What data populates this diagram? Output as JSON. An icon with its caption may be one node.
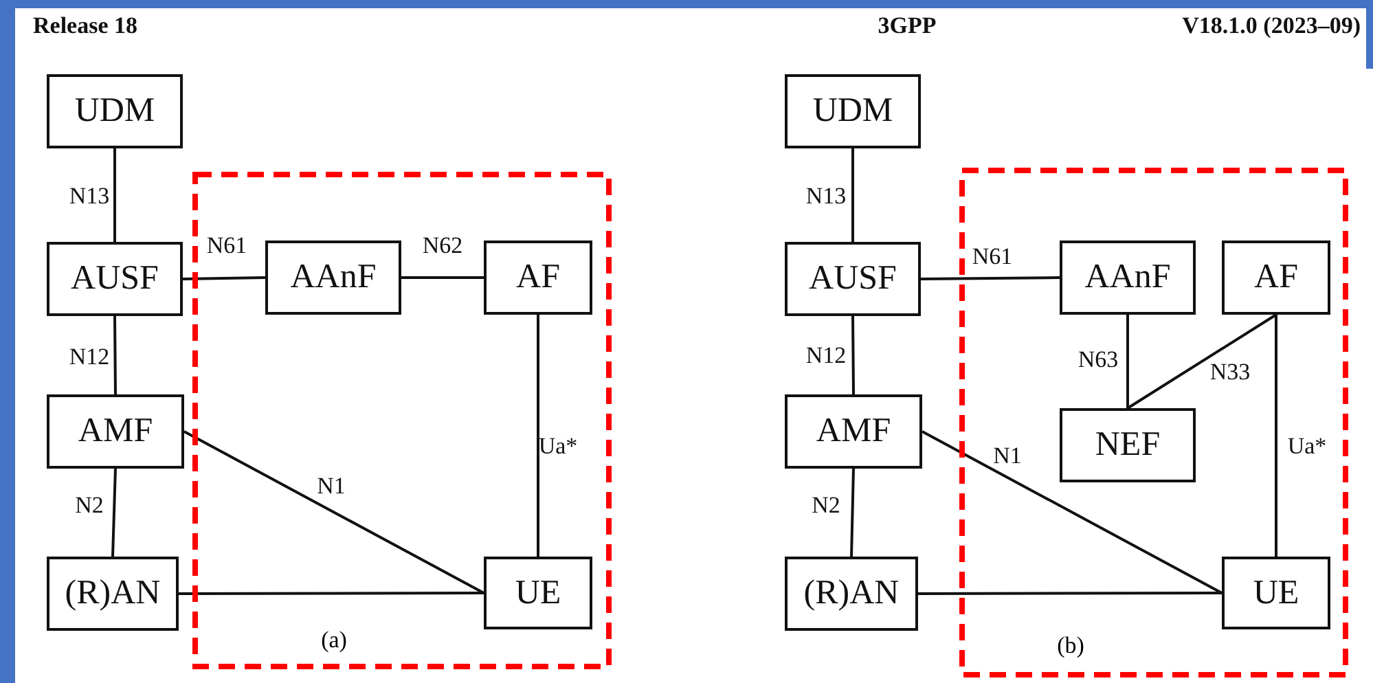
{
  "diagram": {
    "nodes": [
      {
        "text": [
          "UDM"
        ]
      },
      {
        "text": [
          "AUSF"
        ]
      },
      {
        "text": [
          "AMF"
        ]
      },
      {
        "text": [
          "(R)AN"
        ]
      },
      {
        "text": [
          "(a)"
        ]
      },
      {
        "text": [
          "AAnF"
        ],
        "in": 4
      },
      {
        "text": [
          "AF"
        ],
        "in": 4
      },
      {
        "text": [
          "UE"
        ],
        "in": 4
      },
      {
        "text": [
          "UDM"
        ]
      },
      {
        "text": [
          "AUSF"
        ]
      },
      {
        "text": [
          "AMF"
        ]
      },
      {
        "text": [
          "(R)AN"
        ]
      },
      {
        "text": [
          "(b)"
        ]
      },
      {
        "text": [
          "AAnF"
        ],
        "in": 12
      },
      {
        "text": [
          "AF"
        ],
        "in": 12
      },
      {
        "text": [
          "NEF"
        ],
        "in": 12
      },
      {
        "text": [
          "UE"
        ],
        "in": 12
      }
    ],
    "edges": [
      {
        "from": 0,
        "to": 1,
        "arrow": "none",
        "label": "N13"
      },
      {
        "from": 1,
        "to": 2,
        "arrow": "none",
        "label": "N12"
      },
      {
        "from": 2,
        "to": 3,
        "arrow": "none",
        "label": "N2"
      },
      {
        "from": 1,
        "to": 5,
        "arrow": "none",
        "label": "N61"
      },
      {
        "from": 5,
        "to": 6,
        "arrow": "none",
        "label": "N62"
      },
      {
        "from": 6,
        "to": 7,
        "arrow": "none",
        "label": "Ua*"
      },
      {
        "from": 2,
        "to": 7,
        "arrow": "none",
        "label": "N1"
      },
      {
        "from": 3,
        "to": 7,
        "arrow": "none"
      },
      {
        "from": 8,
        "to": 9,
        "arrow": "none",
        "label": "N13"
      },
      {
        "from": 9,
        "to": 10,
        "arrow": "none",
        "label": "N12"
      },
      {
        "from": 10,
        "to": 11,
        "arrow": "none",
        "label": "N2"
      },
      {
        "from": 9,
        "to": 13,
        "arrow": "none",
        "label": "N61"
      },
      {
        "from": 13,
        "to": 15,
        "arrow": "none",
        "label": "N63"
      },
      {
        "from": 15,
        "to": 14,
        "arrow": "none",
        "label": "N33"
      },
      {
        "from": 14,
        "to": 16,
        "arrow": "none",
        "label": "Ua*"
      },
      {
        "from": 10,
        "to": 16,
        "arrow": "none",
        "label": "N1"
      },
      {
        "from": 11,
        "to": 16,
        "arrow": "none"
      }
    ],
    "labels": [
      "Release 18",
      "3GPP",
      "V18.1.0 (2023–09)"
    ]
  }
}
